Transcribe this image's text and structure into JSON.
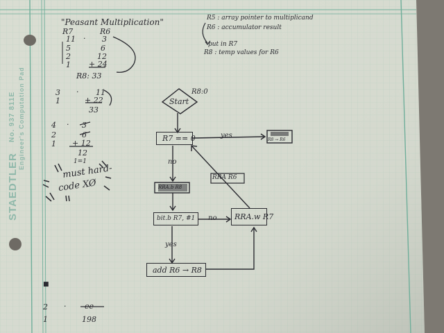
{
  "brand": {
    "name": "STAEDTLER",
    "line1": "No. 937 811E",
    "line2": "Engineer's Computation Pad"
  },
  "notes": {
    "title": "\"Peasant Multiplication\"",
    "col_r7": "R7",
    "col_r6": "R6",
    "ex1": {
      "rows": [
        {
          "l": "11",
          "r": "3"
        },
        {
          "l": "5",
          "r": "6"
        },
        {
          "l": "2",
          "r": "12"
        },
        {
          "l": "1",
          "r": "+ 24"
        }
      ],
      "dot": "·",
      "result": "R8: 33"
    },
    "ex2": {
      "rows": [
        {
          "l": "3",
          "r": "11"
        },
        {
          "l": "1",
          "r": "+ 22"
        }
      ],
      "dot": "·",
      "sum": "33"
    },
    "ex3": {
      "rows": [
        {
          "l": "4",
          "r": "3"
        },
        {
          "l": "2",
          "r": "6"
        },
        {
          "l": "1",
          "r": "+ 12"
        }
      ],
      "dot": "·",
      "sum": "12"
    },
    "scribble": "1=1",
    "hardcode": [
      "must hard-",
      "code X",
      "Ø"
    ],
    "ex4": {
      "l1": "2",
      "dot": "·",
      "r1": "ee",
      "l2": "1",
      "r2": "198"
    },
    "bullet": "■"
  },
  "legend": [
    "R5 : array pointer to multiplicand",
    "R6 : accumulator result",
    "put in R7",
    "R8 : temp values for R6"
  ],
  "flowchart": {
    "start": "Start",
    "start_note": "R8:0",
    "cond1": "R7 == 0",
    "yes1": "yes",
    "end": "R8 → R6",
    "no1": "no",
    "rra_label": "RRA R6",
    "blob": "RRA.b R8",
    "cond2": "bit.b R7, #1",
    "no2": "no",
    "rra_box": "RRA.w R7",
    "yes2": "yes",
    "add": "add R6 → R8"
  }
}
